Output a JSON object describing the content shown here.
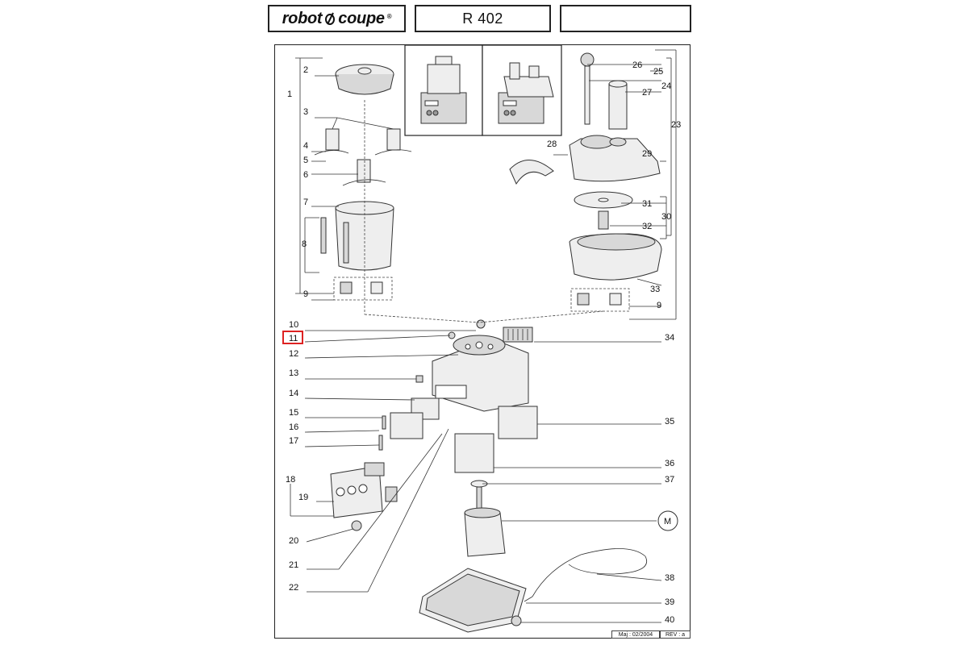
{
  "header": {
    "brand_word1": "robot",
    "brand_word2": "coupe",
    "brand_reg": "®",
    "model": "R 402"
  },
  "footer": {
    "date": "Maj : 02/2004",
    "rev": "REV : a"
  },
  "labels": {
    "p1": "1",
    "p2": "2",
    "p3": "3",
    "p4": "4",
    "p5": "5",
    "p6": "6",
    "p7": "7",
    "p8": "8",
    "p9": "9",
    "p9b": "9",
    "p10": "10",
    "p11": "11",
    "p12": "12",
    "p13": "13",
    "p14": "14",
    "p15": "15",
    "p16": "16",
    "p17": "17",
    "p18": "18",
    "p19": "19",
    "p20": "20",
    "p21": "21",
    "p22": "22",
    "p23": "23",
    "p24": "24",
    "p25": "25",
    "p26": "26",
    "p27": "27",
    "p28": "28",
    "p29": "29",
    "p30": "30",
    "p31": "31",
    "p32": "32",
    "p33": "33",
    "p34": "34",
    "p35": "35",
    "p36": "36",
    "p37": "37",
    "p38": "38",
    "p39": "39",
    "p40": "40",
    "pM": "M"
  },
  "panel_mini_brand": "robot coupe",
  "panel_model": "R 402",
  "highlighted_part": "11"
}
